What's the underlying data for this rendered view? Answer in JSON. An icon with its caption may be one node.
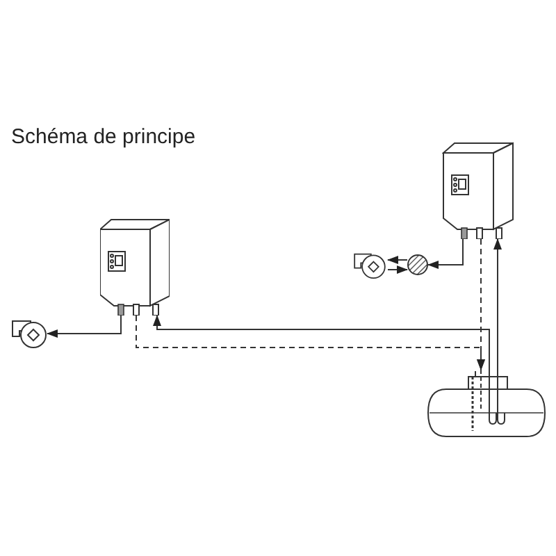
{
  "diagram": {
    "title": "Schéma de principe",
    "nodes": [
      {
        "text": [],
        "shape": "box"
      },
      {
        "text": [],
        "shape": "fan"
      },
      {
        "text": [],
        "shape": "box"
      },
      {
        "text": [],
        "shape": "fan"
      },
      {
        "text": [],
        "shape": "circle"
      },
      {
        "text": [],
        "shape": "tank"
      }
    ],
    "edges": [
      {
        "from": 0,
        "to": 1,
        "arrow": "to"
      },
      {
        "from": 5,
        "to": 0,
        "arrow": "to"
      },
      {
        "from": 0,
        "to": 5,
        "arrow": "to",
        "style": "dashed"
      },
      {
        "from": 2,
        "to": 5,
        "arrow": "to",
        "style": "dashed"
      },
      {
        "from": 5,
        "to": 2,
        "arrow": "to"
      },
      {
        "from": 2,
        "to": 4,
        "arrow": "to"
      },
      {
        "from": 4,
        "to": 3,
        "arrow": "to"
      },
      {
        "from": 3,
        "to": 4,
        "arrow": "to"
      }
    ]
  }
}
